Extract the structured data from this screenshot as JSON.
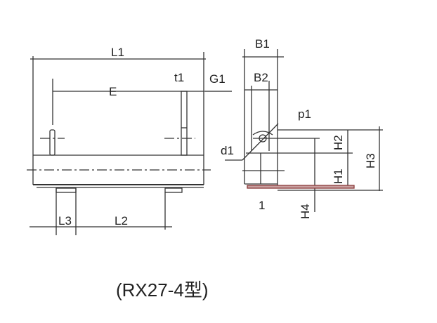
{
  "drawing": {
    "front_view": {
      "labels": {
        "L1": "L1",
        "E": "E",
        "t1": "t1",
        "G1": "G1",
        "L2": "L2",
        "L3": "L3"
      }
    },
    "side_view": {
      "labels": {
        "B1": "B1",
        "B2": "B2",
        "p1": "p1",
        "d1": "d1",
        "H1": "H1",
        "H2": "H2",
        "H3": "H3",
        "H4": "H4",
        "one": "1"
      }
    },
    "title": "(RX27-4型)",
    "colors": {
      "line": "#333333",
      "base_strip": "#8a3a3a"
    }
  }
}
